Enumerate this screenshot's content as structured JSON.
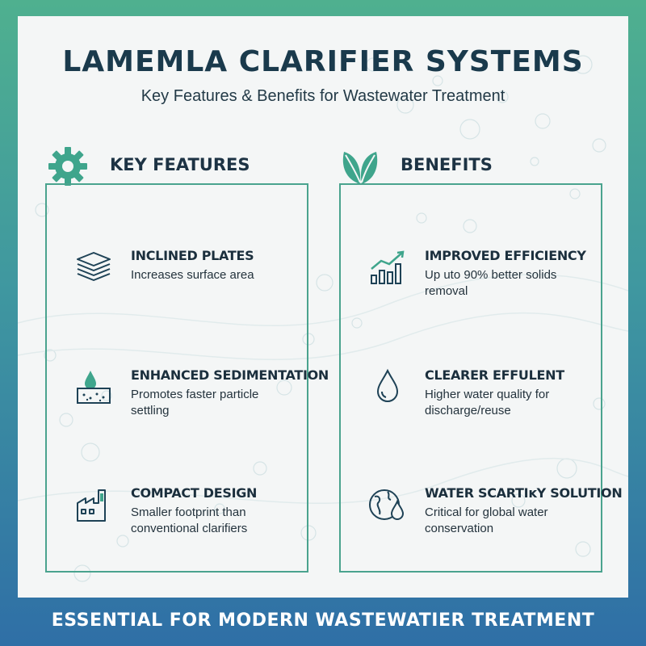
{
  "header": {
    "title": "LAMEMLA CLARIFIER SYSTEMS",
    "subtitle": "Key Features & Benefits for Wastewater Treatment"
  },
  "features": {
    "heading": "KEY FEATURES",
    "icon": "gear-icon",
    "items": [
      {
        "name": "INCLINED PLATES",
        "desc": "Increases surface area",
        "icon": "stacked-plates-icon"
      },
      {
        "name": "ENHANCED SEDIMENTATION",
        "desc": "Promotes faster particle settling",
        "icon": "water-drop-settling-icon"
      },
      {
        "name": "COMPACT DESIGN",
        "desc": "Smaller footprint than conventional clarifiers",
        "icon": "factory-icon"
      }
    ]
  },
  "benefits": {
    "heading": "BENEFITS",
    "icon": "leaf-icon",
    "items": [
      {
        "name": "IMPROVED EFFICIENCY",
        "desc": "Up uto 90% better solids removal",
        "icon": "growth-chart-icon"
      },
      {
        "name": "CLEARER EFFULENT",
        "desc": "Higher water quality for discharge/reuse",
        "icon": "water-drop-icon"
      },
      {
        "name": "WATER SCARTIĸY SOLUTION",
        "desc": "Critical for global water conservation",
        "icon": "globe-drop-icon"
      }
    ]
  },
  "footer": {
    "text": "ESSENTIAL FOR MODERN WASTEWATIER TREATMENT"
  },
  "colors": {
    "accent_green": "#3fa58c",
    "dark_navy": "#1a3a4c",
    "gradient_top": "#4fb08f",
    "gradient_bottom": "#2f6fa6"
  }
}
